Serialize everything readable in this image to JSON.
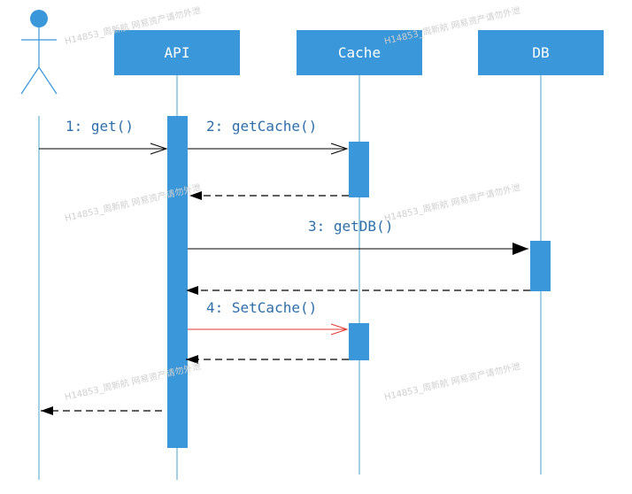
{
  "participants": {
    "api": "API",
    "cache": "Cache",
    "db": "DB"
  },
  "messages": {
    "get": "1: get()",
    "get_cache": "2: getCache()",
    "get_db": "3: getDB()",
    "set_cache": "4: SetCache()"
  },
  "watermark": "H14853_周新航 网易资产请勿外泄",
  "colors": {
    "participant_fill": "#3a97d9",
    "lifeline": "#49a6c8",
    "activation": "#3a97d9",
    "message_line": "#000000",
    "set_cache_line": "#e53935",
    "label_text": "#2e6faa"
  }
}
